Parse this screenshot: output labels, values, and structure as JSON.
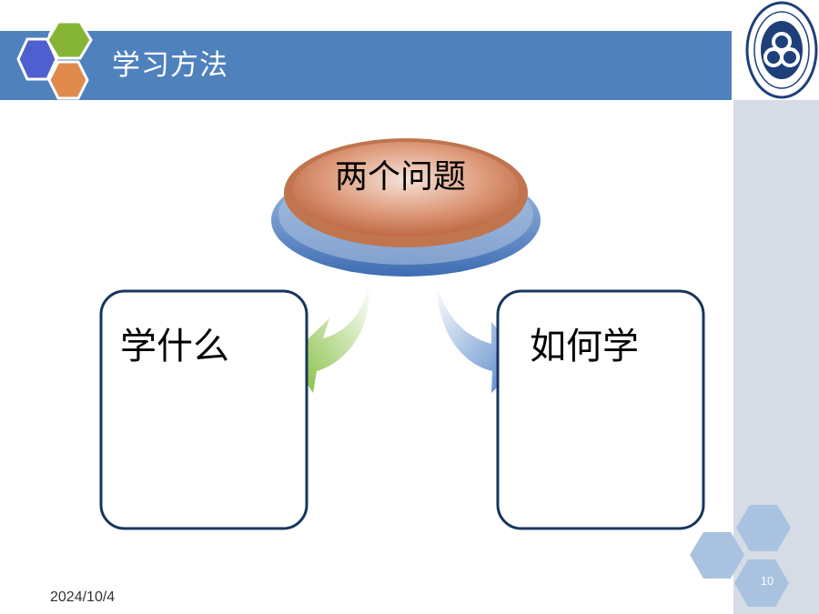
{
  "header": {
    "title": "学习方法"
  },
  "diagram": {
    "center": "两个问题",
    "left_box": "学什么",
    "right_box": "如何学"
  },
  "footer": {
    "date": "2024/10/4",
    "page_number": "10"
  },
  "colors": {
    "title_bar": "#4f81bd",
    "hex_blue": "#4f5fd0",
    "hex_green": "#86b535",
    "hex_orange": "#e08a4e",
    "center_ellipse": "#d98c6a",
    "box_border": "#17365d",
    "arrow_green": "#8dc63f",
    "arrow_blue": "#5b8fd1",
    "footer_hex": "#a9c2df"
  }
}
